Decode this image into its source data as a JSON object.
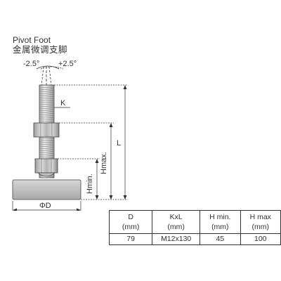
{
  "title": {
    "en": "Pivot Foot",
    "cn": "金属微调支脚"
  },
  "angles": {
    "left": "-2.5°",
    "right": "+2.5°"
  },
  "dims": {
    "k": "K",
    "l": "L",
    "hmax": "Hmax.",
    "hmin": "Hmin.",
    "d": "ΦD"
  },
  "table": {
    "headers": [
      [
        "D",
        "(mm)"
      ],
      [
        "KxL",
        "(mm)"
      ],
      [
        "H min.",
        "(mm)"
      ],
      [
        "H max",
        "(mm)"
      ]
    ],
    "row": [
      "79",
      "M12x130",
      "45",
      "100"
    ]
  },
  "colors": {
    "line": "#333333",
    "metal_light": "#dcdcdc",
    "metal_mid": "#bdbdbd",
    "metal_dark": "#9a9a9a"
  }
}
